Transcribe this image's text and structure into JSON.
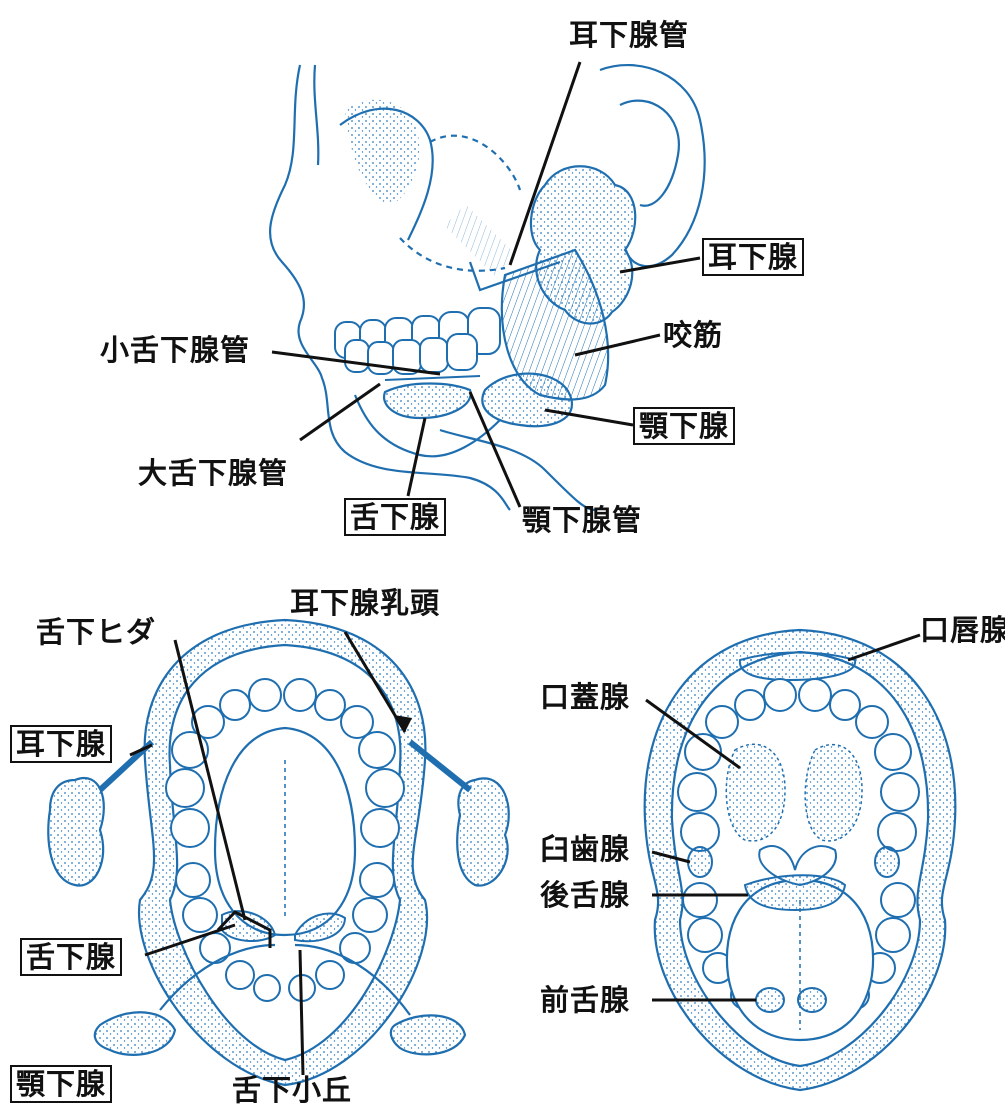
{
  "colors": {
    "anatomy_line": "#1f6fb0",
    "stipple": "#2a7cc0",
    "leader": "#111111",
    "text": "#111111"
  },
  "top": {
    "parotid_duct": "耳下腺管",
    "parotid_gland": "耳下腺",
    "minor_sublingual_ducts": "小舌下腺管",
    "masseter": "咬筋",
    "submandibular_gland": "顎下腺",
    "major_sublingual_duct": "大舌下腺管",
    "sublingual_gland": "舌下腺",
    "submandibular_duct": "顎下腺管"
  },
  "bottom_left": {
    "sublingual_fold": "舌下ヒダ",
    "parotid_papilla": "耳下腺乳頭",
    "parotid_gland": "耳下腺",
    "sublingual_gland": "舌下腺",
    "submandibular_gland": "顎下腺",
    "sublingual_caruncle": "舌下小丘"
  },
  "bottom_right": {
    "labial_glands": "口唇腺",
    "palatine_glands": "口蓋腺",
    "molar_glands": "臼歯腺",
    "posterior_lingual_glands": "後舌腺",
    "anterior_lingual_glands": "前舌腺"
  }
}
